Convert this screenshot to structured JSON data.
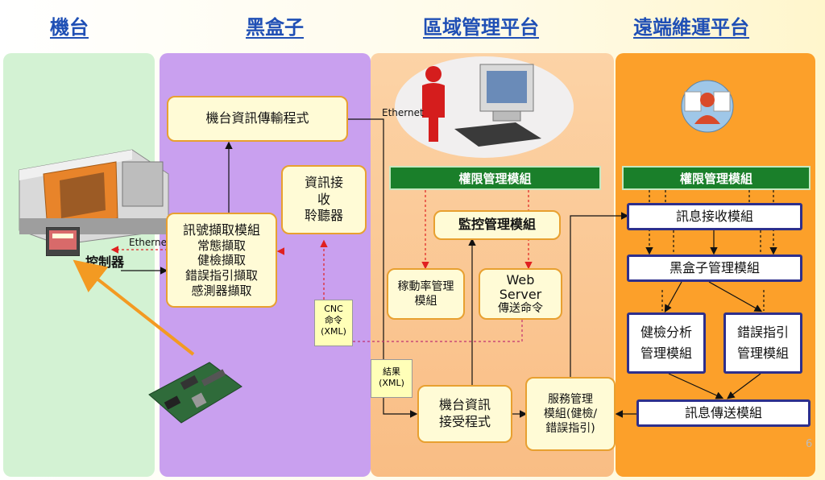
{
  "columns": {
    "machine": "機台",
    "blackbox": "黑盒子",
    "regional": "區域管理平台",
    "remote": "遠端維運平台"
  },
  "colors": {
    "machine_panel": "#d3f2d3",
    "blackbox_panel": "#c9a0ef",
    "regional_panel": "#fbc590",
    "remote_panel": "#fca02a",
    "title": "#1f4fb5",
    "green_bar": "#1a7f2a",
    "navy_border": "#2d2f8c"
  },
  "machine": {
    "controller_label": "控制器"
  },
  "blackbox": {
    "transfer_program": "機台資訊傳輸程式",
    "listener_line1": "資訊接",
    "listener_line2": "收",
    "listener_line3": "聆聽器",
    "signal_title": "訊號擷取模組",
    "signal_item1": "常態擷取",
    "signal_item2": "健檢擷取",
    "signal_item3": "錯誤指引擷取",
    "signal_item4": "感測器擷取",
    "ethernet_label": "Ethernet"
  },
  "regional": {
    "ethernet_label": "Ethernet",
    "auth_module": "權限管理模組",
    "monitor_module": "監控管理模組",
    "utilization_line1": "稼動率管理",
    "utilization_line2": "模組",
    "web_line1": "Web",
    "web_line2": "Server",
    "web_line3": "傳送命令",
    "cnc_line1": "CNC",
    "cnc_line2": "命令",
    "cnc_line3": "(XML)",
    "result_line1": "結果",
    "result_line2": "(XML)",
    "receiver_line1": "機台資訊",
    "receiver_line2": "接受程式",
    "service_line1": "服務管理",
    "service_line2": "模組(健檢/",
    "service_line3": "錯誤指引)"
  },
  "remote": {
    "auth_module": "權限管理模組",
    "receive_module": "訊息接收模組",
    "blackbox_module": "黑盒子管理模組",
    "health_line1": "健檢分析",
    "health_line2": "管理模組",
    "error_line1": "錯誤指引",
    "error_line2": "管理模組",
    "send_module": "訊息傳送模組"
  },
  "page_number": "6"
}
